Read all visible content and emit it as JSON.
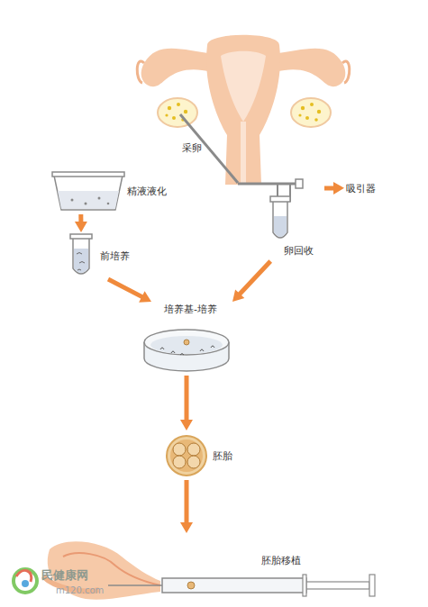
{
  "diagram": {
    "nodes": [
      {
        "text": [
          "采卵"
        ]
      },
      {
        "text": [
          "精液液化"
        ]
      },
      {
        "text": [
          "吸引器"
        ]
      },
      {
        "text": [
          "前培养"
        ]
      },
      {
        "text": [
          "卵回收"
        ]
      },
      {
        "text": [
          "培养基-培养"
        ]
      },
      {
        "text": [
          "胚胎"
        ]
      },
      {
        "text": [
          "胚胎移植"
        ]
      }
    ],
    "edges": [
      {
        "from": 1,
        "to": 3,
        "arrow": "to"
      },
      {
        "from": 4,
        "to": 2,
        "arrow": "to"
      },
      {
        "from": 3,
        "to": 5,
        "arrow": "to"
      },
      {
        "from": 4,
        "to": 5,
        "arrow": "to"
      },
      {
        "from": 5,
        "to": 6,
        "arrow": "to"
      },
      {
        "from": 6,
        "to": 7,
        "arrow": "to"
      }
    ],
    "labels": [
      "民健康网",
      "m120.com"
    ]
  }
}
